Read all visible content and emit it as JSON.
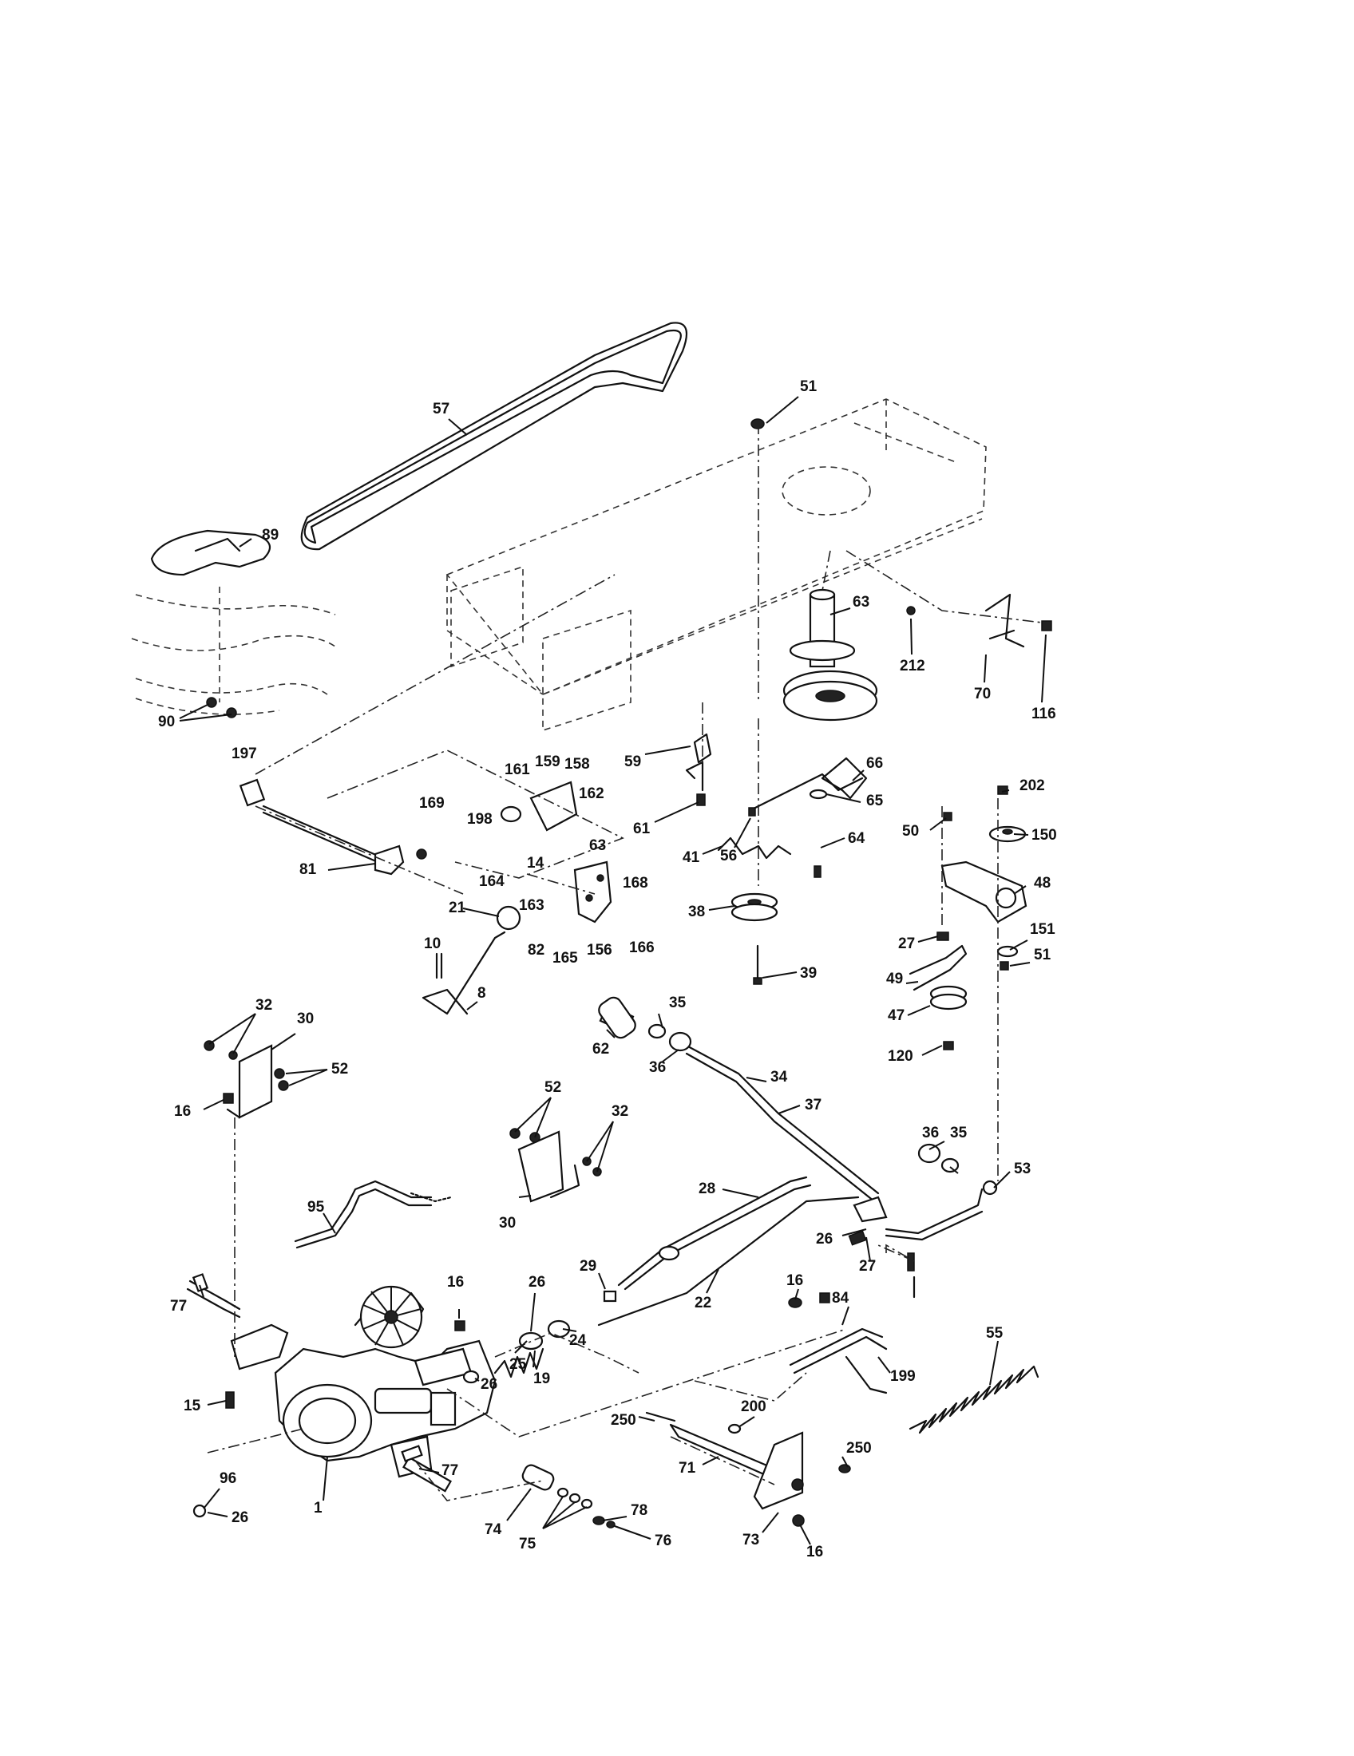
{
  "colors": {
    "ink": "#111111",
    "paper": "#ffffff"
  },
  "labels": [
    "57",
    "51",
    "89",
    "63",
    "212",
    "70",
    "116",
    "90",
    "59",
    "66",
    "65",
    "61",
    "56",
    "64",
    "41",
    "38",
    "39",
    "197",
    "161",
    "159",
    "158",
    "162",
    "198",
    "169",
    "81",
    "14",
    "164",
    "163",
    "63",
    "168",
    "21",
    "82",
    "165",
    "156",
    "166",
    "10",
    "8",
    "202",
    "150",
    "50",
    "48",
    "27",
    "151",
    "51",
    "49",
    "47",
    "120",
    "32",
    "30",
    "52",
    "16",
    "35",
    "62",
    "36",
    "34",
    "37",
    "52",
    "32",
    "30",
    "36",
    "35",
    "53",
    "95",
    "28",
    "26",
    "27",
    "29",
    "22",
    "16",
    "84",
    "199",
    "77",
    "16",
    "26",
    "24",
    "25",
    "19",
    "26",
    "15",
    "55",
    "200",
    "250",
    "250",
    "71",
    "96",
    "77",
    "78",
    "26",
    "1",
    "74",
    "75",
    "76",
    "73",
    "16"
  ]
}
